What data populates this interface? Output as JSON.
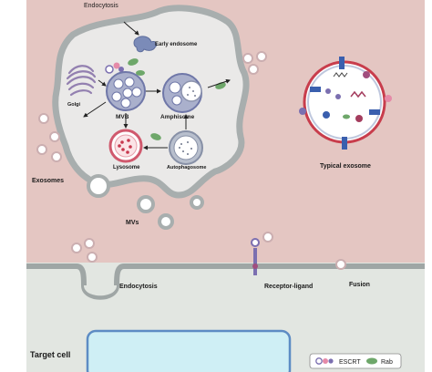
{
  "colors": {
    "extracellular_bg": "#e4c6c2",
    "membrane": "#a8aeae",
    "cytoplasm": "#eae9e8",
    "target_cytoplasm": "#e2e6e1",
    "nucleus": "#cfeff5",
    "nucleus_stroke": "#5d8cc4",
    "vesicle_fill": "#ffffff",
    "vesicle_stroke": "#cbaeb0",
    "mvb_fill": "#aab0cc",
    "mvb_stroke": "#6f77a8",
    "lysosome_stroke": "#d0596d",
    "autophagosome_fill": "#b8bfcd",
    "golgi": "#9380b0",
    "rab_green": "#6ea76a",
    "escrt_purple": "#7b6fb0",
    "escrt_pink": "#e58aa8",
    "early_endosome": "#7b8bb8",
    "exosome_rim": "#c83d4c",
    "exosome_inner": "#bfc8de"
  },
  "labels": {
    "endocytosis_top": "Endocytosis",
    "early_endosome": "Early endosome",
    "golgi": "Golgi",
    "mvb": "MVB",
    "amphisome": "Amphisome",
    "lysosome": "Lysosome",
    "autophagosome": "Autophagosome",
    "exosomes": "Exosomes",
    "mvs": "MVs",
    "typical_exosome": "Typical exosome",
    "endocytosis_bottom": "Endocytosis",
    "receptor_ligand": "Receptor-ligand",
    "fusion": "Fusion",
    "target_cell": "Target cell"
  },
  "legend": {
    "escrt": "ESCRT",
    "rab": "Rab"
  },
  "icons": {
    "escrt": "escrt-complex-icon",
    "rab": "rab-protein-icon"
  }
}
